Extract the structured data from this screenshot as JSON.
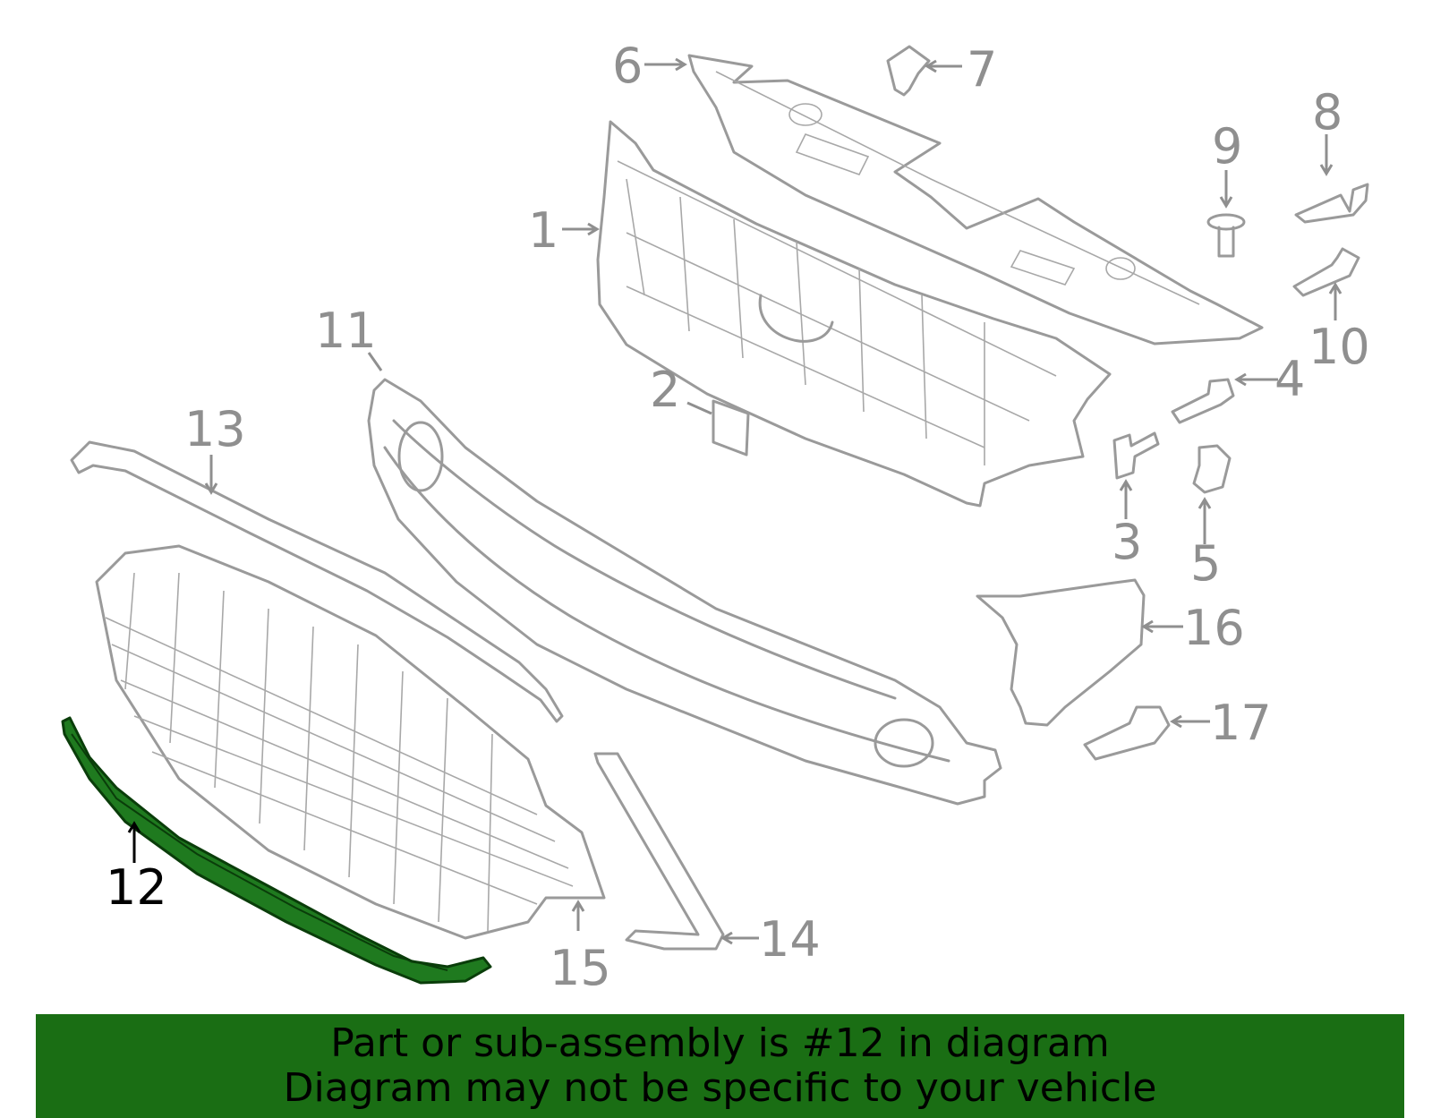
{
  "colors": {
    "highlight_fill": "#1f7a1f",
    "banner_background": "#1a6e14",
    "part_stroke": "#9a9a9a",
    "label_gray": "#8f8f8f",
    "label_active": "#000000"
  },
  "callouts": {
    "c1": "1",
    "c2": "2",
    "c3": "3",
    "c4": "4",
    "c5": "5",
    "c6": "6",
    "c7": "7",
    "c8": "8",
    "c9": "9",
    "c10": "10",
    "c11": "11",
    "c12": "12",
    "c13": "13",
    "c14": "14",
    "c15": "15",
    "c16": "16",
    "c17": "17"
  },
  "highlighted_part": "12",
  "banner": {
    "line1": "Part or sub-assembly is #12 in diagram",
    "line2": "Diagram may not be specific to your vehicle"
  }
}
